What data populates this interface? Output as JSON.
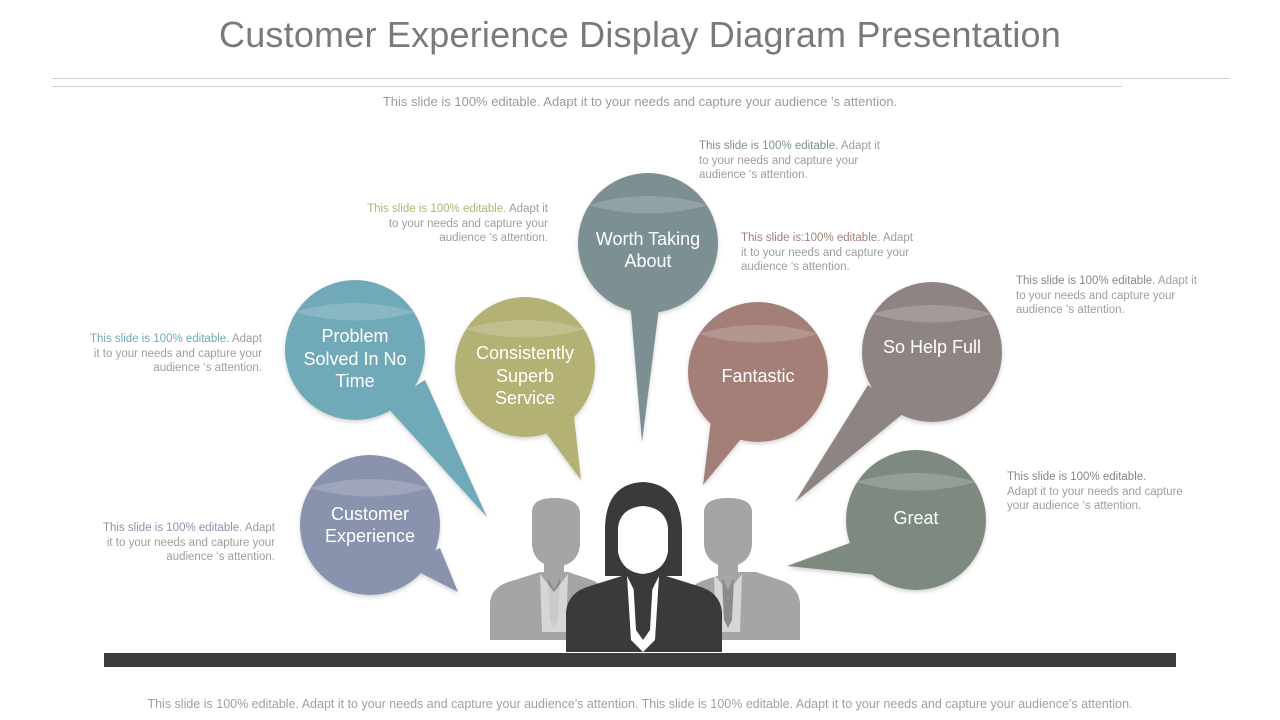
{
  "title": "Customer Experience Display Diagram Presentation",
  "subtitle": "This slide is 100% editable. Adapt it to your needs and capture your  audience ’s attention.",
  "footer": "This slide is 100% editable. Adapt it to your needs and capture your audience's attention. This slide is 100% editable. Adapt it to your needs and capture your audience's attention.",
  "colors": {
    "customer_experience": "#8a93ae",
    "problem_solved": "#6fa9b8",
    "consistently_superb": "#b4b174",
    "worth_taking": "#7b8f92",
    "fantastic": "#a47f78",
    "so_help_full": "#8e8583",
    "great": "#7e8a80",
    "people_light": "#a5a5a5",
    "people_dark": "#3a3a3a",
    "base_bar": "#3d3d3d"
  },
  "bubbles": {
    "customer_experience": {
      "line1": "Customer",
      "line2": "Experience"
    },
    "problem_solved": {
      "line1": "Problem",
      "line2": "Solved In No",
      "line3": "Time"
    },
    "consistently_superb": {
      "line1": "Consistently",
      "line2": "Superb",
      "line3": "Service"
    },
    "worth_taking": {
      "line1": "Worth Taking",
      "line2": "About"
    },
    "fantastic": {
      "line1": "Fantastic"
    },
    "so_help_full": {
      "line1": "So Help Full"
    },
    "great": {
      "line1": "Great"
    }
  },
  "notes": {
    "n1": {
      "lead": "This slide is 100% editable.",
      "l1": " Adapt",
      "l2": "it to your needs and capture your",
      "l3": "audience ‘s attention."
    },
    "n2": {
      "lead": "This slide is 100% editable.",
      "l1": " Adapt",
      "l2": "it to your needs and capture your",
      "l3": "audience ‘s attention."
    },
    "n3": {
      "lead": "This slide is 100% editable.",
      "l1": " Adapt it",
      "l2": "to your needs and capture your",
      "l3": "audience ‘s attention."
    },
    "n4": {
      "lead": "This slide is 100% editable.",
      "l1": " Adapt it",
      "l2": "to your needs and capture your",
      "l3": "audience ‘s attention."
    },
    "n5": {
      "lead": "This slide is:100% editable.",
      "l1": " Adapt",
      "l2": "it to your needs and capture your",
      "l3": "audience ‘s attention."
    },
    "n6": {
      "lead": "This slide is 100% editable.",
      "l1": " Adapt it",
      "l2": "to your needs and capture your",
      "l3": "audience ‘s attention."
    },
    "n7": {
      "lead": "This slide is 100% editable.",
      "l1": "",
      "l2": "Adapt it to your needs and capture",
      "l3": "your  audience ‘s attention."
    }
  }
}
